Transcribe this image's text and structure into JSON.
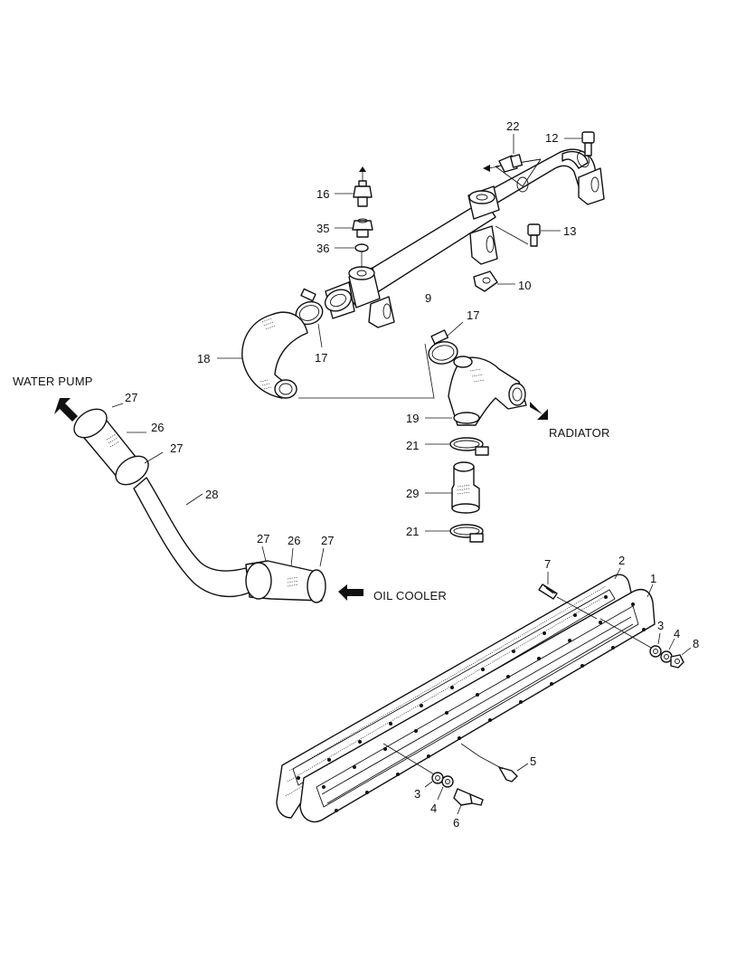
{
  "labels": {
    "water_pump": "WATER PUMP",
    "radiator": "RADIATOR",
    "oil_cooler": "OIL COOLER"
  },
  "callouts": {
    "c22": "22",
    "c12": "12",
    "c16": "16",
    "c35": "35",
    "c36": "36",
    "c13": "13",
    "c10": "10",
    "c9": "9",
    "c17a": "17",
    "c17b": "17",
    "c18": "18",
    "c19": "19",
    "c21a": "21",
    "c29": "29",
    "c21b": "21",
    "c27a": "27",
    "c26a": "26",
    "c27b": "27",
    "c28": "28",
    "c27c": "27",
    "c26b": "26",
    "c27d": "27",
    "c7": "7",
    "c2": "2",
    "c1": "1",
    "c3a": "3",
    "c4a": "4",
    "c8": "8",
    "c5": "5",
    "c3b": "3",
    "c4b": "4",
    "c6": "6"
  },
  "icons": {
    "arrow_water_pump": "arrow-up-left-icon",
    "arrow_radiator": "arrow-down-right-icon",
    "arrow_oil_cooler": "arrow-left-icon"
  }
}
